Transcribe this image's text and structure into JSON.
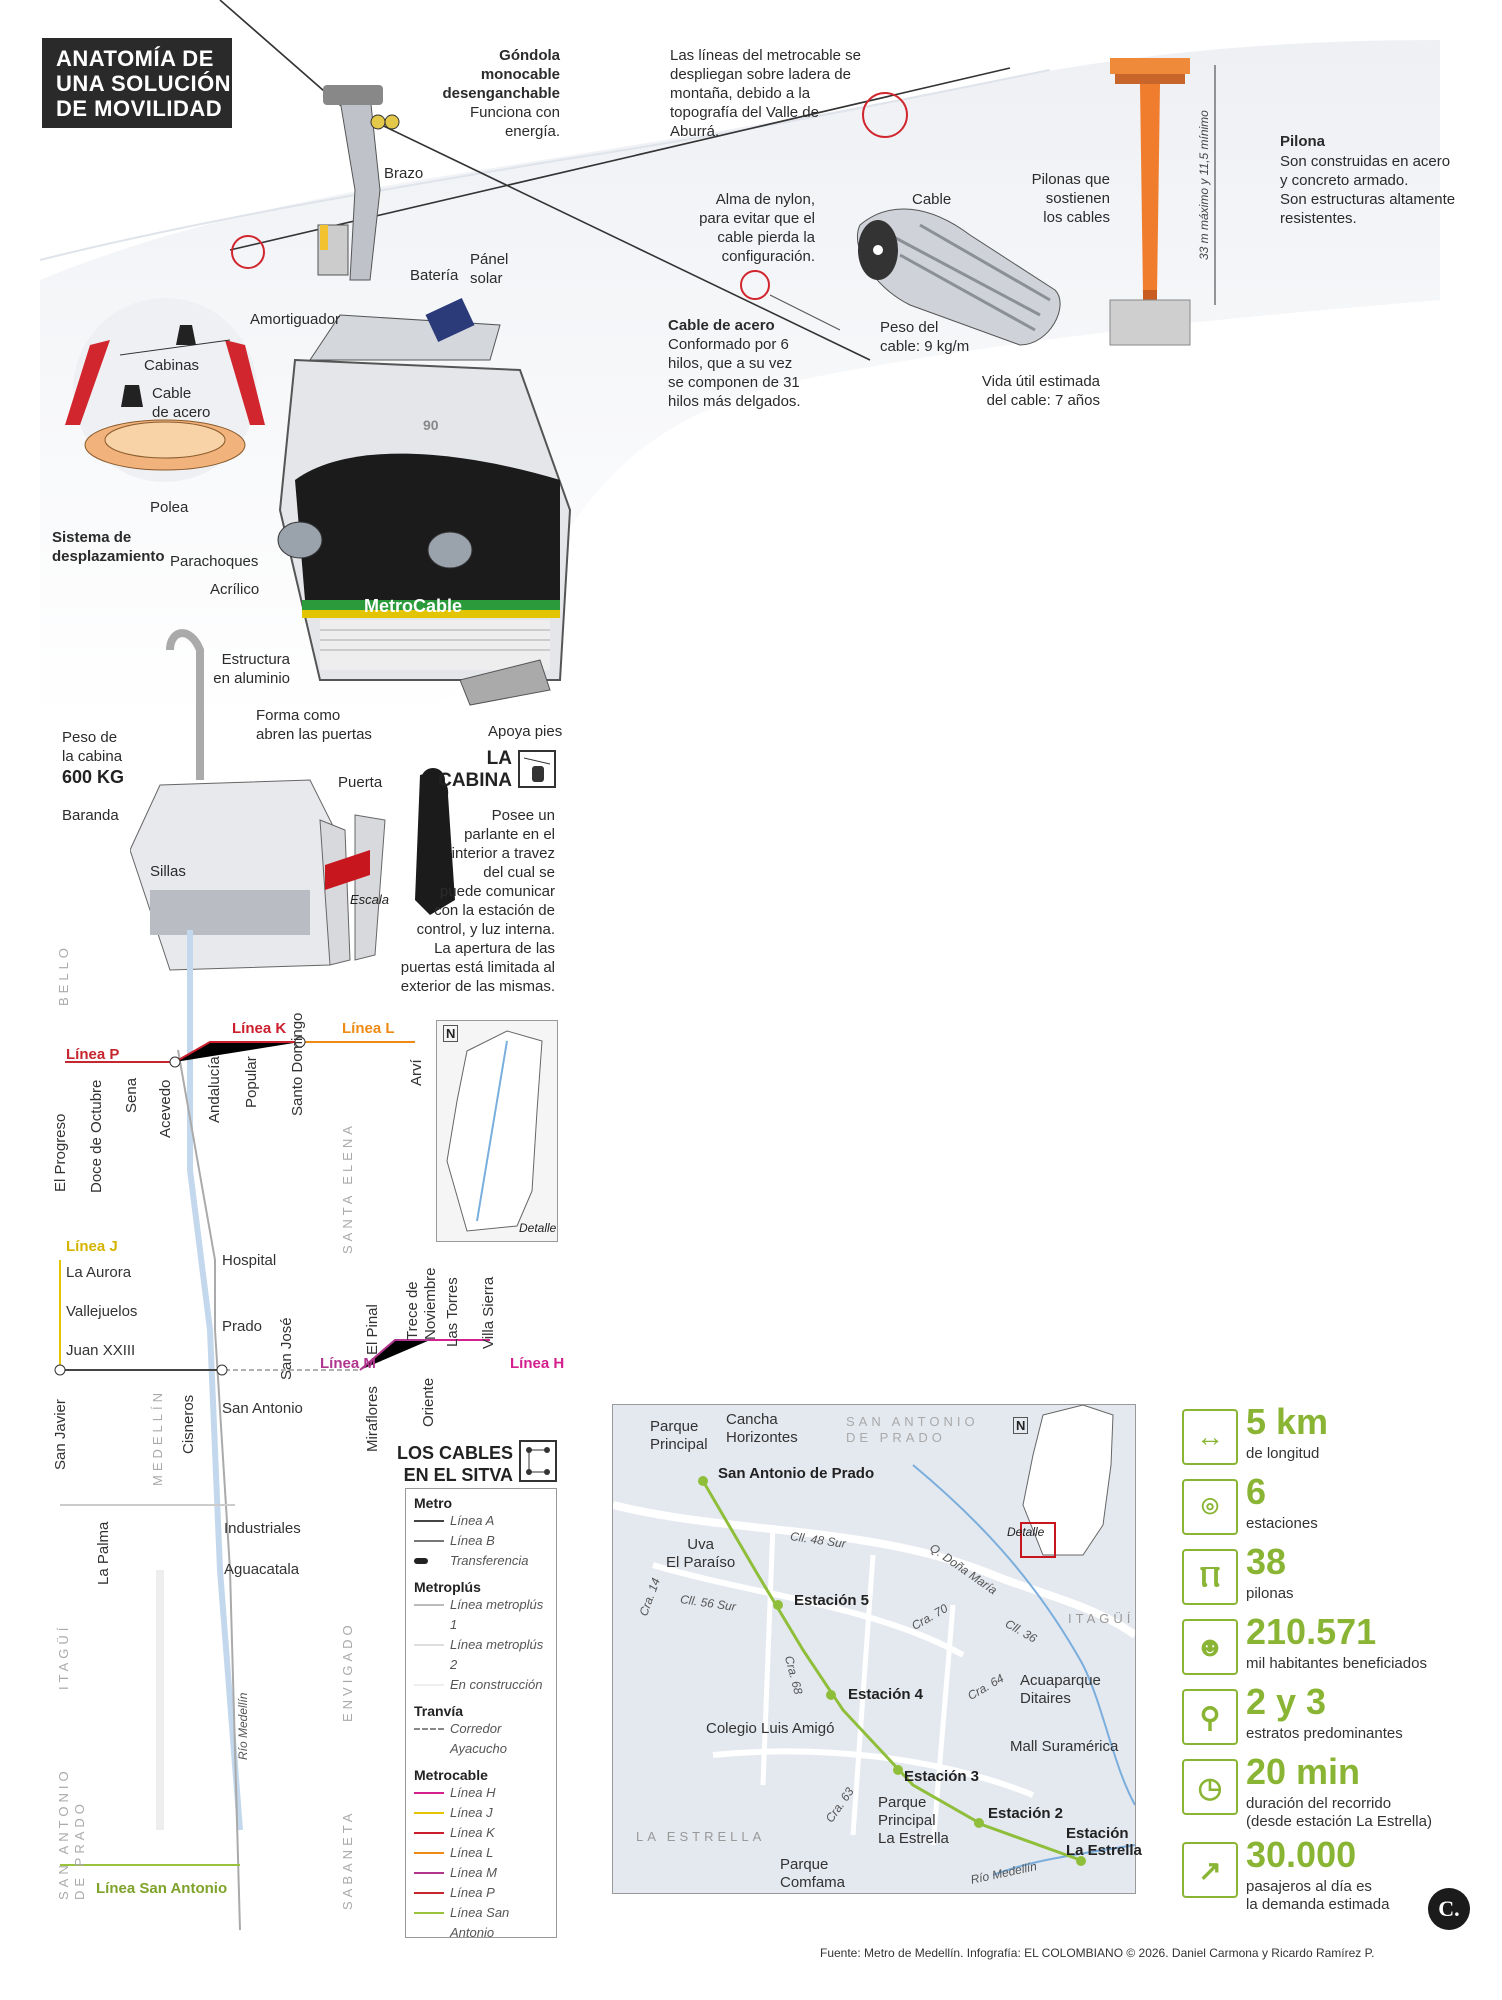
{
  "title": [
    "ANATOMÍA DE",
    "UNA SOLUCIÓN",
    "DE MOVILIDAD"
  ],
  "gondola": {
    "heading": [
      "Góndola",
      "monocable",
      "desenganchable"
    ],
    "desc": [
      "Funciona con",
      "energía."
    ]
  },
  "lines_note": [
    "Las líneas del metrocable se",
    "despliegan sobre ladera de",
    "montaña, debido a la",
    "topografía del Valle de",
    "Aburrá."
  ],
  "pilona": {
    "heading": "Pilona",
    "desc": [
      "Son construidas en acero",
      "y concreto armado.",
      "Son estructuras altamente",
      "resistentes."
    ],
    "height": "33 m máximo y 11,5 mínimo",
    "support": [
      "Pilonas que",
      "sostienen",
      "los cables"
    ]
  },
  "labels": {
    "brazo": "Brazo",
    "cable": "Cable",
    "nylon": [
      "Alma de nylon,",
      "para evitar que el",
      "cable pierda la",
      "configuración."
    ],
    "bateria": "Batería",
    "panel": [
      "Pánel",
      "solar"
    ],
    "amortiguador": "Amortiguador",
    "cabinas": "Cabinas",
    "cable_acero_small": [
      "Cable",
      "de acero"
    ],
    "polea": "Polea",
    "sistema": [
      "Sistema de",
      "desplazamiento"
    ],
    "parachoques": "Parachoques",
    "acrilico": "Acrílico",
    "estructura": [
      "Estructura",
      "en aluminio"
    ],
    "apoya": "Apoya pies",
    "peso_cable": [
      "Peso del",
      "cable: 9 kg/m"
    ],
    "vida_util": [
      "Vida útil estimada",
      "del cable: 7 años"
    ],
    "cabin_number": "90",
    "brand": "MetroCable"
  },
  "cable_acero": {
    "heading": "Cable de acero",
    "desc": [
      "Conformado por 6",
      "hilos, que a su vez",
      "se componen de 31",
      "hilos más delgados."
    ]
  },
  "cabina": {
    "heading": [
      "LA",
      "CABINA"
    ],
    "peso_label": [
      "Peso de",
      "la cabina"
    ],
    "peso_value": "600 KG",
    "forma": [
      "Forma como",
      "abren las puertas"
    ],
    "puerta": "Puerta",
    "baranda": "Baranda",
    "sillas": "Sillas",
    "escala": "Escala",
    "desc": [
      "Posee un",
      "parlante en el",
      "interior a travez",
      "del cual se",
      "puede comunicar",
      "con la estación de",
      "control, y luz interna.",
      "La apertura de las",
      "puertas está limitada al",
      "exterior de las mismas."
    ]
  },
  "network": {
    "heading": [
      "LOS CABLES",
      "EN EL SITVA"
    ],
    "lines": {
      "P": "Línea P",
      "K": "Línea K",
      "L": "Línea L",
      "J": "Línea J",
      "M": "Línea M",
      "H": "Línea H",
      "SA": "Línea San Antonio"
    },
    "stations_p": [
      "El Progreso",
      "Doce de Octubre",
      "Sena",
      "Acevedo"
    ],
    "stations_k": [
      "Andalucía",
      "Popular",
      "Santo Domingo"
    ],
    "stations_l": [
      "Arví"
    ],
    "stations_j": [
      "La Aurora",
      "Vallejuelos",
      "Juan XXIII"
    ],
    "stations_j2": [
      "San Javier"
    ],
    "stations_a": [
      "Hospital",
      "Prado",
      "San Antonio",
      "Cisneros",
      "Industriales",
      "Aguacatala",
      "La Palma"
    ],
    "stations_m": [
      "Miraflores",
      "El Pinal",
      "Trece de Noviembre",
      "Oriente"
    ],
    "stations_h": [
      "Las Torres",
      "Villa Sierra"
    ],
    "san_jose": "San José",
    "rio": "Río Medellín",
    "regions": [
      "BELLO",
      "SANTA ELENA",
      "MEDELLÍN",
      "ITAGÜÍ",
      "ENVIGADO",
      "SAN ANTONIO DE PRADO",
      "SABANETA"
    ],
    "detalle": "Detalle",
    "north": "N"
  },
  "legend": {
    "metro": "Metro",
    "metro_items": [
      "Línea A",
      "Línea B",
      "Transferencia"
    ],
    "metroplus": "Metroplús",
    "metroplus_items": [
      "Línea metroplús 1",
      "Línea metroplús 2",
      "En construcción"
    ],
    "tranvia": "Tranvía",
    "tranvia_items": [
      "Corredor Ayacucho"
    ],
    "metrocable": "Metrocable",
    "metrocable_items": [
      "Línea H",
      "Línea J",
      "Línea K",
      "Línea L",
      "Línea M",
      "Línea P",
      "Línea San Antonio"
    ],
    "colors": {
      "H": "#d3208e",
      "J": "#e2c400",
      "K": "#cc1e2c",
      "L": "#ef8a14",
      "M": "#b0358e",
      "P": "#c6262e",
      "SA": "#9ac23c"
    }
  },
  "detail_map": {
    "regions": [
      "SAN ANTONIO",
      "DE PRADO",
      "ITAGÜÍ",
      "LA ESTRELLA"
    ],
    "stations": [
      "San Antonio de Prado",
      "Estación 5",
      "Estación 4",
      "Estación 3",
      "Estación 2",
      "Estación",
      "La Estrella"
    ],
    "places": [
      "Parque",
      "Principal",
      "Cancha",
      "Horizontes",
      "Uva",
      "El Paraíso",
      "Colegio Luis Amigó",
      "Parque",
      "Principal",
      "La Estrella",
      "Parque",
      "Comfama",
      "Acuaparque",
      "Ditaires",
      "Mall Suraméricа"
    ],
    "streets": [
      "Cll. 48 Sur",
      "Cll. 56 Sur",
      "Cra. 14",
      "Cra. 68",
      "Cra. 63",
      "Cra. 70",
      "Cll. 36",
      "Cra. 64",
      "Q. Doña María",
      "Río Medellín"
    ],
    "detalle": "Detalle"
  },
  "stats": [
    {
      "icon": "length-icon",
      "value": "5 km",
      "desc": [
        "de longitud"
      ]
    },
    {
      "icon": "location-icon",
      "value": "6",
      "desc": [
        "estaciones"
      ]
    },
    {
      "icon": "pylon-icon",
      "value": "38",
      "desc": [
        "pilonas"
      ]
    },
    {
      "icon": "people-icon",
      "value": "210.571",
      "desc": [
        "mil habitantes beneficiados"
      ]
    },
    {
      "icon": "magnifier-icon",
      "value": "2 y 3",
      "desc": [
        "estratos predominantes"
      ]
    },
    {
      "icon": "clock-icon",
      "value": "20 min",
      "desc": [
        "duración del recorrido",
        "(desde estación La Estrella)"
      ]
    },
    {
      "icon": "growth-chart-icon",
      "value": "30.000",
      "desc": [
        "pasajeros al día es",
        "la demanda estimada"
      ]
    }
  ],
  "source": "Fuente: Metro de Medellín. Infografía: EL COLOMBIANO © 2026. Daniel Carmona y Ricardo Ramírez P.",
  "logo": "C."
}
